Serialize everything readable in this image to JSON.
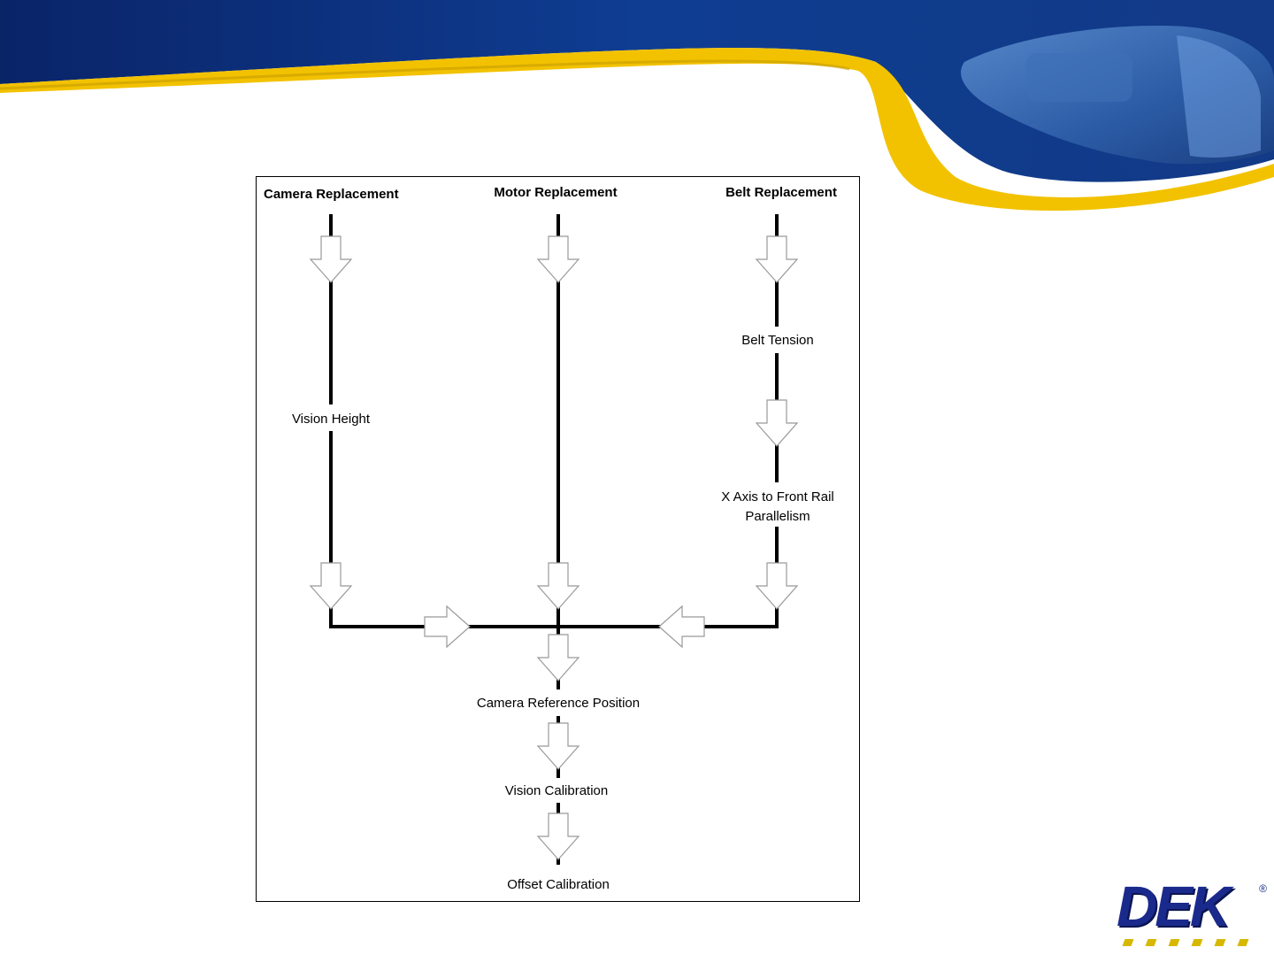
{
  "colors": {
    "banner_blue": "#0d2f7a",
    "banner_yellow": "#f2c200",
    "logo_blue": "#1a2a8c",
    "logo_yellow": "#d7b800"
  },
  "headers": {
    "camera": "Camera Replacement",
    "motor": "Motor Replacement",
    "belt": "Belt Replacement"
  },
  "steps": {
    "vision_height": "Vision Height",
    "belt_tension": "Belt Tension",
    "x_axis_line1": "X Axis to Front Rail",
    "x_axis_line2": "Parallelism",
    "camera_reference": "Camera Reference Position",
    "vision_calibration": "Vision Calibration",
    "offset_calibration": "Offset Calibration"
  },
  "logo": {
    "text": "DEK",
    "registered": "®"
  }
}
